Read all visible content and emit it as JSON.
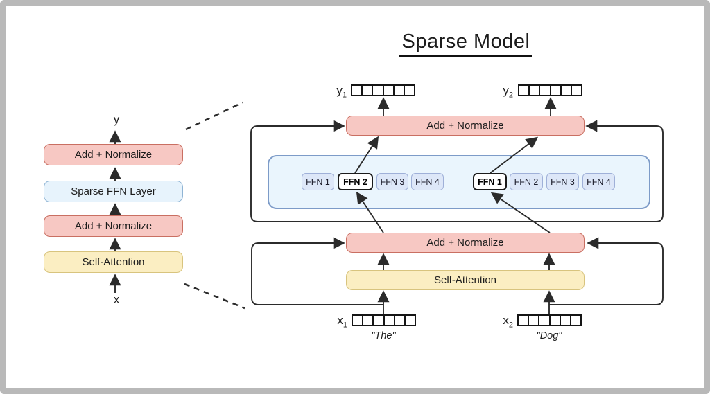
{
  "title": "Sparse Model",
  "left_block": {
    "output_label": "y",
    "input_label": "x",
    "layers": [
      {
        "label": "Add + Normalize",
        "type": "add-normalize"
      },
      {
        "label": "Sparse FFN Layer",
        "type": "sparse-ffn"
      },
      {
        "label": "Add + Normalize",
        "type": "add-normalize"
      },
      {
        "label": "Self-Attention",
        "type": "self-attention"
      }
    ]
  },
  "right_block": {
    "add_normalize_top": "Add + Normalize",
    "add_normalize_mid": "Add + Normalize",
    "self_attention": "Self-Attention",
    "outputs": [
      {
        "base": "y",
        "sub": "1"
      },
      {
        "base": "y",
        "sub": "2"
      }
    ],
    "inputs": [
      {
        "base": "x",
        "sub": "1",
        "word": "\"The\""
      },
      {
        "base": "x",
        "sub": "2",
        "word": "\"Dog\""
      }
    ],
    "vector_cells": 6,
    "experts_token1": [
      {
        "label": "FFN 1",
        "selected": false
      },
      {
        "label": "FFN 2",
        "selected": true
      },
      {
        "label": "FFN 3",
        "selected": false
      },
      {
        "label": "FFN 4",
        "selected": false
      }
    ],
    "experts_token2": [
      {
        "label": "FFN 1",
        "selected": true
      },
      {
        "label": "FFN 2",
        "selected": false
      },
      {
        "label": "FFN 3",
        "selected": false
      },
      {
        "label": "FFN 4",
        "selected": false
      }
    ]
  },
  "colors": {
    "pink_fill": "#f7c8c3",
    "pink_border": "#c96f62",
    "blue_fill": "#e7f3fc",
    "blue_border": "#8fb4d4",
    "expert_container_fill": "#eaf5fd",
    "expert_container_border": "#7d9bc8",
    "ffn_fill": "#dde7f8",
    "ffn_border": "#9fb0d8",
    "ffn_selected_border": "#1a1a1a",
    "yellow_fill": "#fbeec2",
    "yellow_border": "#d8c47e",
    "wire": "#2b2b2b",
    "frame": "#b9b9b9"
  }
}
